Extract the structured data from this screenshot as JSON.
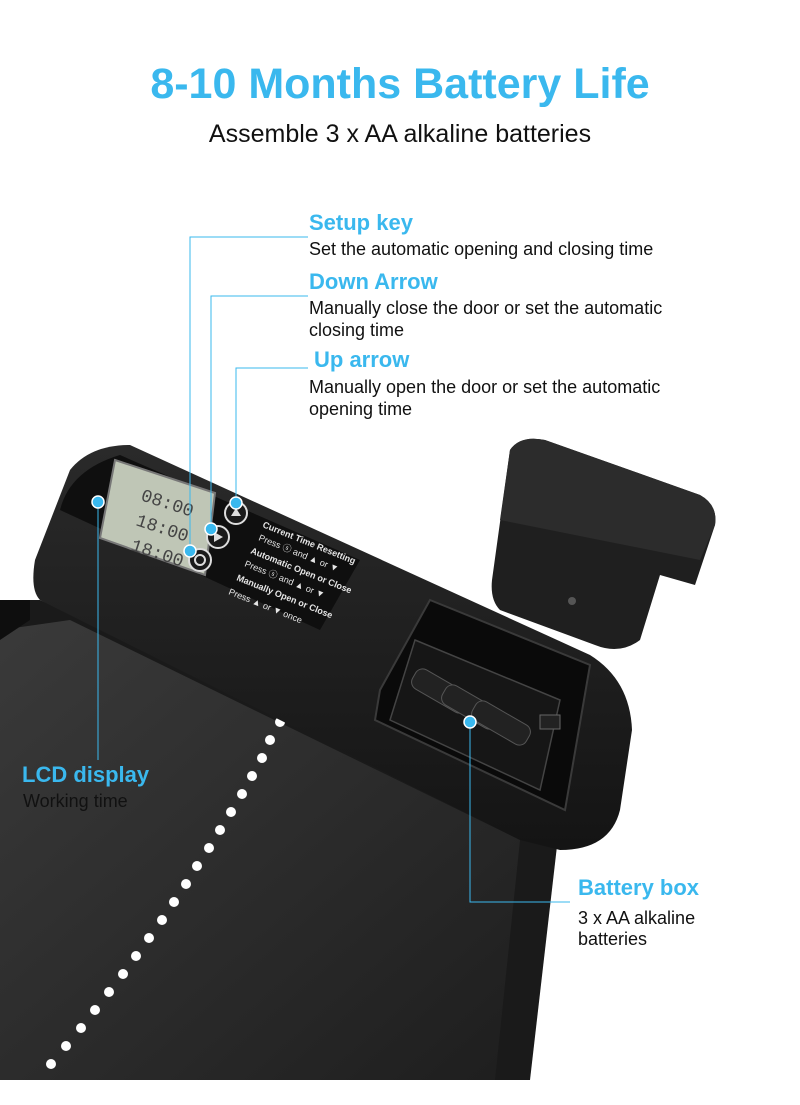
{
  "header": {
    "title": "8-10 Months Battery Life",
    "subtitle": "Assemble 3 x AA alkaline batteries"
  },
  "callouts": {
    "setup_key": {
      "title": "Setup key",
      "desc": "Set the automatic opening and closing time"
    },
    "down_arrow": {
      "title": "Down Arrow",
      "desc_line1": "Manually close the door or set the automatic",
      "desc_line2": "closing time"
    },
    "up_arrow": {
      "title": "Up arrow",
      "desc_line1": "Manually open the door or set the automatic",
      "desc_line2": "opening time"
    },
    "lcd_display": {
      "title": "LCD display",
      "desc": "Working time"
    },
    "battery_box": {
      "title": "Battery box",
      "desc_line1": "3 x AA alkaline",
      "desc_line2": "batteries"
    }
  },
  "device": {
    "lcd_readout_1": "08:00",
    "lcd_readout_2": "18:00",
    "lcd_readout_3": "18:00",
    "panel_line1": "Current Time Resetting",
    "panel_line2": "Press ⓢ and ▲ or ▼",
    "panel_line3": "Automatic Open or Close",
    "panel_line4": "Press ⓢ and ▲ or ▼",
    "panel_line5": "Manually Open or Close",
    "panel_line6": "Press ▲ or ▼ once"
  },
  "colors": {
    "accent": "#3ab8ee",
    "device": "#1c1c1c",
    "text": "#111111"
  }
}
